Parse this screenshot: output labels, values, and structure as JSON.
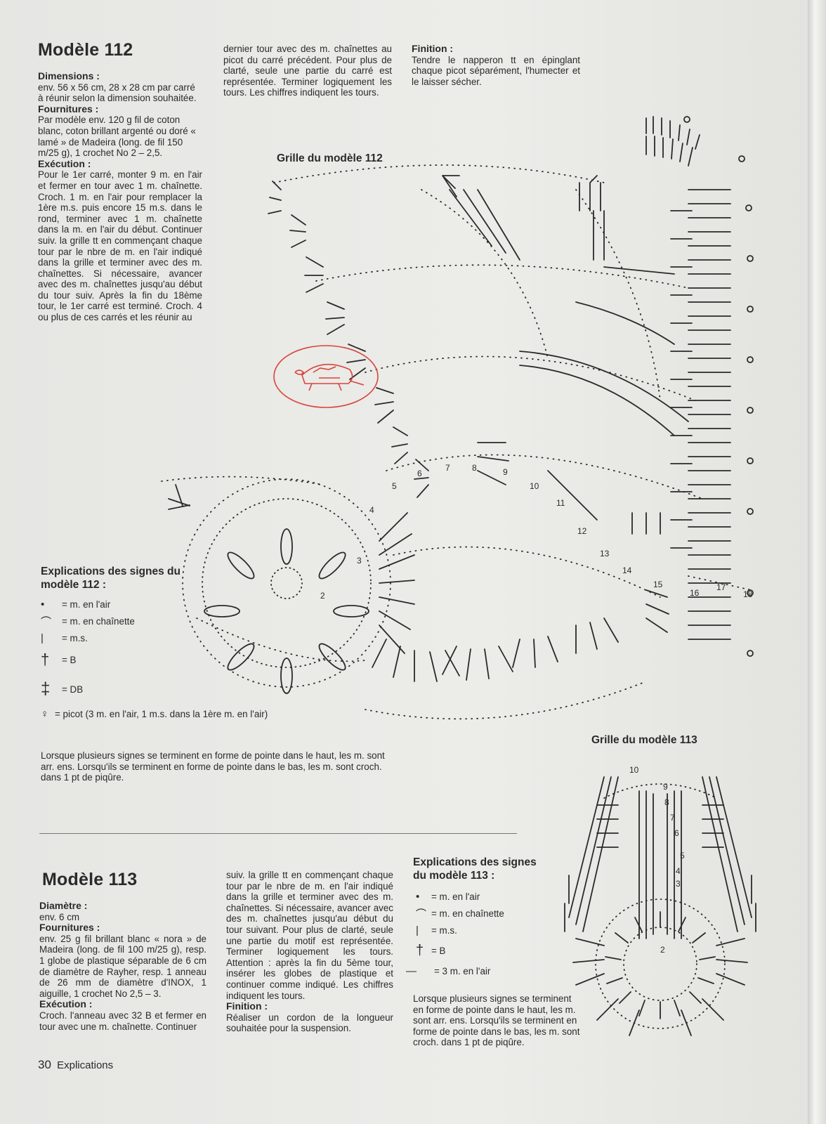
{
  "m112": {
    "title": "Modèle 112",
    "dim_h": "Dimensions :",
    "dim_t": "env. 56 x 56 cm, 28 x 28 cm par carré à réunir selon la dimension souhaitée.",
    "four_h": "Fournitures :",
    "four_t": "Par modèle env. 120 g fil de coton blanc, coton brillant argenté ou doré « lamé » de Madeira (long. de fil 150 m/25 g), 1 crochet No 2 – 2,5.",
    "exec_h": "Exécution :",
    "exec_t": "Pour le 1er carré, monter 9 m. en l'air et fermer en tour avec 1 m. chaînette. Croch. 1 m. en l'air pour remplacer la 1ère m.s. puis encore 15 m.s. dans le rond, terminer avec 1 m. chaînette dans la m. en l'air du début. Continuer suiv. la grille tt en commençant chaque tour par le nbre de m. en l'air indiqué dans la grille et terminer avec des m. chaînettes. Si nécessaire, avancer avec des m. chaînettes jusqu'au début du tour suiv. Après la fin du 18ème tour, le 1er carré est terminé. Croch. 4 ou plus de ces carrés et les réunir au",
    "col2": "dernier tour avec des m. chaînettes au picot du carré précédent. Pour plus de clarté, seule une partie du carré est représentée. Terminer logiquement les tours. Les chiffres indiquent les tours.",
    "fin_h": "Finition :",
    "fin_t": "Tendre le napperon tt en épinglant chaque picot séparément, l'humecter et le laisser sécher.",
    "grid_title": "Grille du modèle 112",
    "legend_title": "Explications des signes du modèle 112 :",
    "legend": [
      {
        "sym": "•",
        "label": "= m. en l'air"
      },
      {
        "sym": "⌒",
        "label": "= m. en chaînette"
      },
      {
        "sym": "|",
        "label": "= m.s."
      },
      {
        "sym": "†",
        "label": "= B"
      },
      {
        "sym": "‡",
        "label": "= DB"
      },
      {
        "sym": "♀",
        "label": "= picot (3 m. en l'air, 1 m.s. dans la 1ère m. en l'air)"
      }
    ],
    "note": "Lorsque plusieurs signes se terminent en forme de pointe dans le haut, les m. sont arr. ens. Lorsqu'ils se terminent en forme de pointe dans le bas, les m. sont croch. dans 1 pt de piqûre.",
    "round_numbers": [
      "2",
      "3",
      "4",
      "5",
      "6",
      "7",
      "8",
      "9",
      "10",
      "11",
      "12",
      "13",
      "14",
      "15",
      "16",
      "17",
      "18"
    ]
  },
  "m113": {
    "title": "Modèle 113",
    "diam_h": "Diamètre :",
    "diam_t": "env. 6 cm",
    "four_h": "Fournitures :",
    "four_t": "env. 25 g fil brillant blanc « nora » de Madeira (long. de fil 100 m/25 g), resp. 1 globe de plastique séparable de 6 cm de diamètre de Rayher, resp. 1 anneau de 26 mm de diamètre d'INOX, 1 aiguille, 1 crochet No 2,5 – 3.",
    "exec_h": "Exécution :",
    "exec_t": "Croch. l'anneau avec 32 B et fermer en tour avec une m. chaînette. Continuer",
    "col2": "suiv. la grille tt en commençant chaque tour par le nbre de m. en l'air indiqué dans la grille et terminer avec des m. chaînettes. Si nécessaire, avancer avec des m. chaînettes jusqu'au début du tour suivant. Pour plus de clarté, seule une partie du motif est représentée. Terminer logiquement les tours. Attention : après la fin du 5ème tour, insérer les globes de plastique et continuer comme indiqué. Les chiffres indiquent les tours.",
    "fin_h": "Finition :",
    "fin_t": "Réaliser un cordon de la longueur souhaitée pour la suspension.",
    "grid_title": "Grille du modèle 113",
    "legend_title": "Explications des signes du modèle 113 :",
    "legend": [
      {
        "sym": "•",
        "label": "= m. en l'air"
      },
      {
        "sym": "⌒",
        "label": "= m. en chaînette"
      },
      {
        "sym": "|",
        "label": "= m.s."
      },
      {
        "sym": "†",
        "label": "= B"
      },
      {
        "sym": "—",
        "label": "= 3 m. en l'air"
      }
    ],
    "note": "Lorsque plusieurs signes se terminent en forme de pointe dans le haut, les m. sont arr. ens. Lorsqu'ils se terminent en forme de pointe dans le bas, les m. sont croch. dans 1 pt de piqûre.",
    "round_numbers": [
      "2",
      "3",
      "4",
      "5",
      "6",
      "7",
      "8",
      "9",
      "10"
    ]
  },
  "footer": {
    "page": "30",
    "section": "Explications"
  },
  "colors": {
    "ink": "#2a2a2a",
    "stamp": "#d9443a",
    "paper": "#e9e9e6"
  }
}
